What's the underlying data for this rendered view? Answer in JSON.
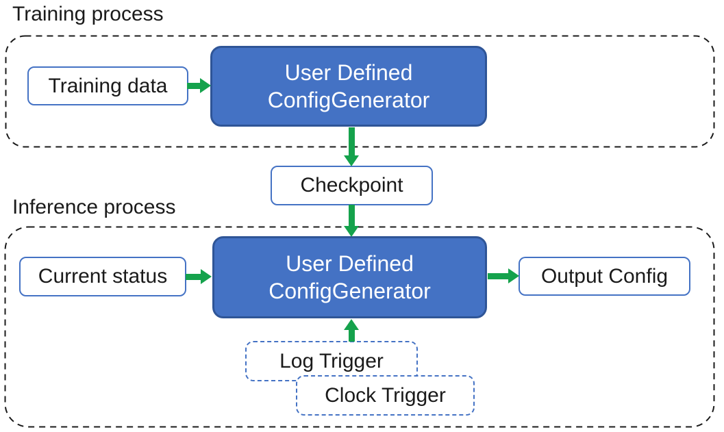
{
  "colors": {
    "background": "#FFFFFF",
    "node-fill": "#4472C4",
    "node-border": "#2F5597",
    "node-text": "#FFFFFF",
    "box-border": "#4472C4",
    "arrow": "#15A24C",
    "outline": "#1A1A1A",
    "text": "#1A1A1A"
  },
  "sections": {
    "training": {
      "label": "Training process"
    },
    "inference": {
      "label": "Inference process"
    }
  },
  "nodes": {
    "training_data": {
      "label": "Training data"
    },
    "config_generator_training": {
      "line1": "User Defined",
      "line2": "ConfigGenerator"
    },
    "checkpoint": {
      "label": "Checkpoint"
    },
    "current_status": {
      "label": "Current status"
    },
    "config_generator_inference": {
      "line1": "User Defined",
      "line2": "ConfigGenerator"
    },
    "output_config": {
      "label": "Output Config"
    },
    "log_trigger": {
      "label": "Log Trigger"
    },
    "clock_trigger": {
      "label": "Clock Trigger"
    }
  },
  "edges": [
    {
      "from": "training_data",
      "to": "config_generator_training",
      "direction": "right"
    },
    {
      "from": "config_generator_training",
      "to": "checkpoint",
      "direction": "down"
    },
    {
      "from": "checkpoint",
      "to": "config_generator_inference",
      "direction": "down"
    },
    {
      "from": "current_status",
      "to": "config_generator_inference",
      "direction": "right"
    },
    {
      "from": "config_generator_inference",
      "to": "output_config",
      "direction": "right"
    },
    {
      "from": "log_trigger",
      "to": "config_generator_inference",
      "direction": "up"
    }
  ]
}
